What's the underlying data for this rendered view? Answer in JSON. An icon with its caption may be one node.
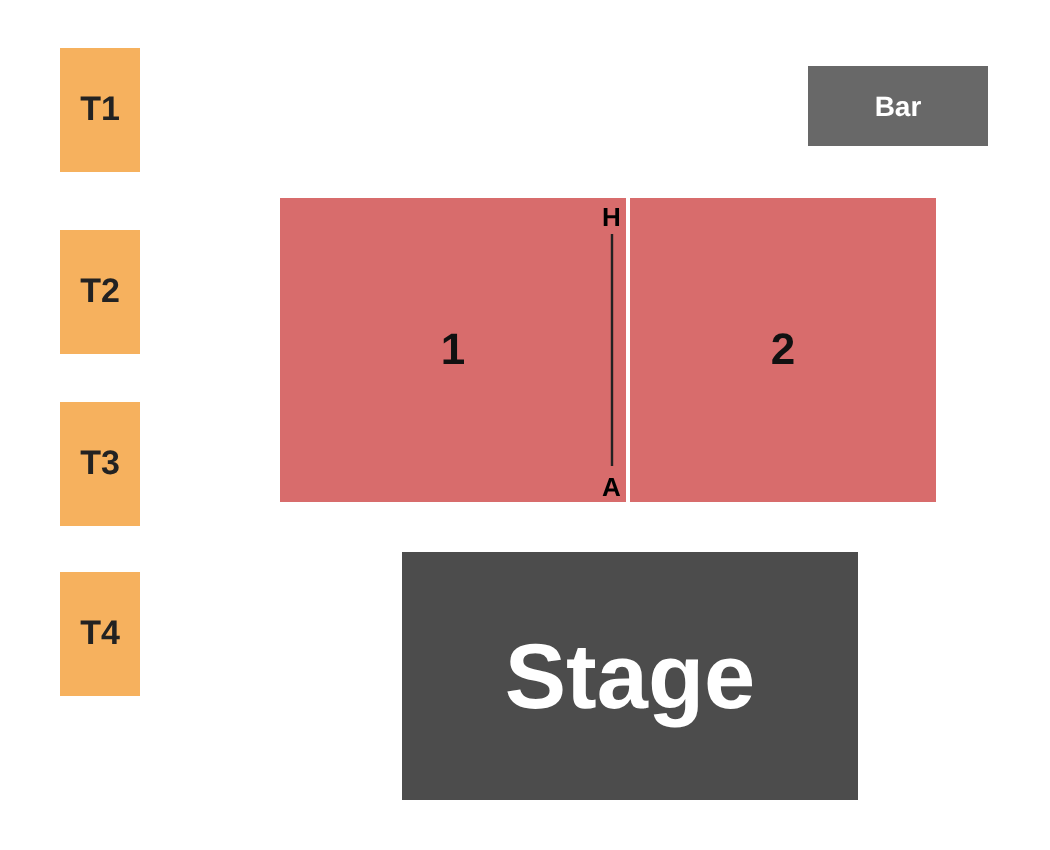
{
  "diagram": {
    "nodes": [
      {
        "text": [
          "T1"
        ]
      },
      {
        "text": [
          "T2"
        ]
      },
      {
        "text": [
          "T3"
        ]
      },
      {
        "text": [
          "T4"
        ]
      },
      {
        "text": [
          "Bar"
        ]
      },
      {
        "text": [
          "1"
        ]
      },
      {
        "text": [
          "2"
        ]
      },
      {
        "text": [
          "Stage"
        ]
      }
    ],
    "edges": [],
    "labels": [
      "H",
      "A"
    ]
  }
}
